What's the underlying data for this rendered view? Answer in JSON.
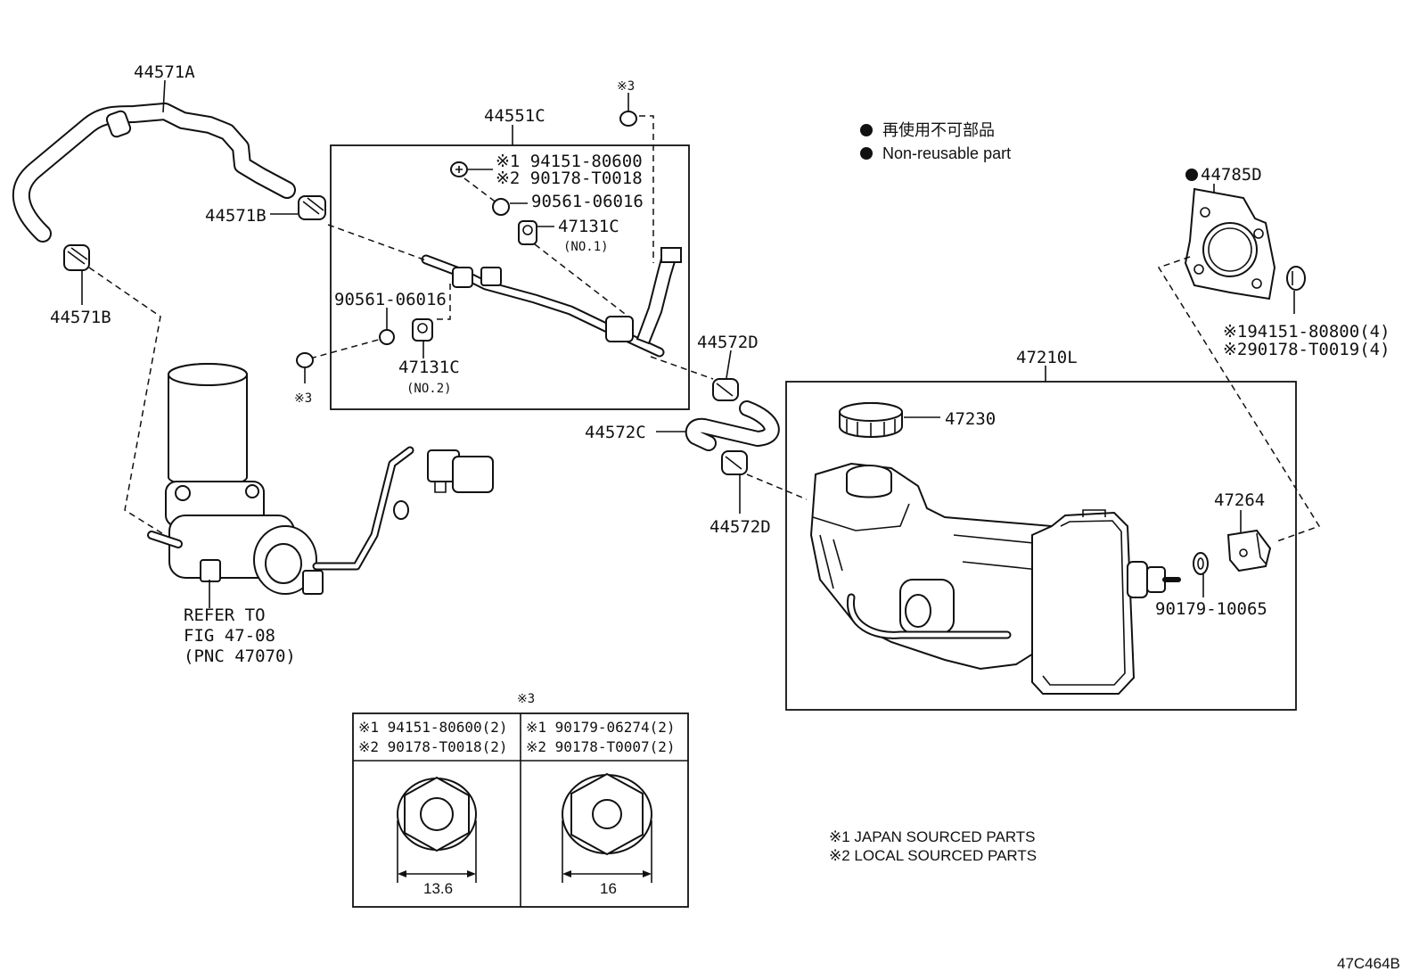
{
  "labels": {
    "p44571A": "44571A",
    "p44571B_top": "44571B",
    "p44571B_bottom": "44571B",
    "p44551C": "44551C",
    "mark3_top": "※3",
    "mark3_left": "※3",
    "bolt_j": "※1 94151-80600",
    "bolt_l": "※2 90178-T0018",
    "p90561_top": "90561-06016",
    "p47131C_top": "47131C",
    "no1": "(NO.1)",
    "p90561_left": "90561-06016",
    "p47131C_left": "47131C",
    "no2": "(NO.2)",
    "p44572D_top": "44572D",
    "p44572C": "44572C",
    "p44572D_bottom": "44572D",
    "p47210L": "47210L",
    "p47230": "47230",
    "p47264": "47264",
    "p90179": "90179-10065",
    "p44785D": "44785D",
    "bolt4_j": "※194151-80800(4)",
    "bolt4_l": "※290178-T0019(4)",
    "refer1": "REFER TO",
    "refer2": "FIG 47-08",
    "refer3": "(PNC 47070)"
  },
  "legend": {
    "jp": "再使用不可部品",
    "en": "Non-reusable part"
  },
  "table": {
    "header": "※3",
    "left_row1": "※1 94151-80600(2)",
    "left_row2": "※2 90178-T0018(2)",
    "right_row1": "※1 90179-06274(2)",
    "right_row2": "※2 90178-T0007(2)",
    "left_size": "13.6",
    "right_size": "16"
  },
  "notes": {
    "n1": "※1 JAPAN SOURCED PARTS",
    "n2": "※2 LOCAL SOURCED PARTS"
  },
  "figure_code": "47C464B"
}
